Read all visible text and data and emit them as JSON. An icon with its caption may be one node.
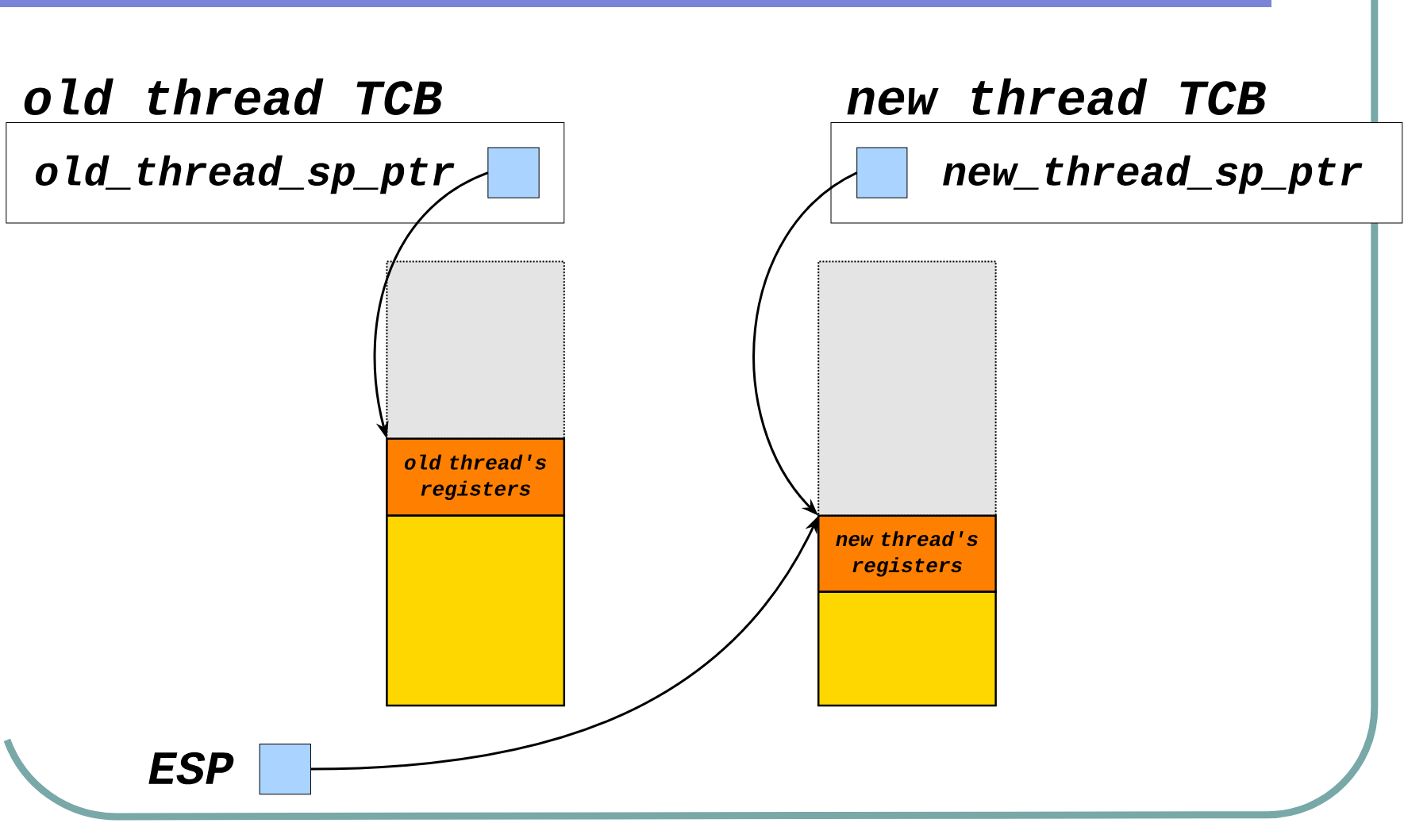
{
  "diagram": {
    "nodes": [
      {
        "text": [
          "old thread TCB",
          "old_thread_sp_ptr"
        ]
      },
      {
        "text": [],
        "shape": "box",
        "in": 0
      },
      {
        "text": [
          "new thread TCB",
          "new_thread_sp_ptr"
        ]
      },
      {
        "text": [],
        "shape": "box",
        "in": 2
      },
      {
        "text": [],
        "shape": "box"
      },
      {
        "text": [
          "old thread's registers"
        ]
      },
      {
        "text": [],
        "shape": "box"
      },
      {
        "text": [],
        "shape": "box"
      },
      {
        "text": [
          "new thread's registers"
        ]
      },
      {
        "text": [],
        "shape": "box"
      },
      {
        "text": [],
        "shape": "box",
        "beside": [
          "ESP"
        ]
      }
    ],
    "edges": [
      {
        "from": 1,
        "to": 5,
        "arrow": "to"
      },
      {
        "from": 3,
        "to": 8,
        "arrow": "to"
      },
      {
        "from": 10,
        "to": 8,
        "arrow": "to"
      }
    ]
  }
}
